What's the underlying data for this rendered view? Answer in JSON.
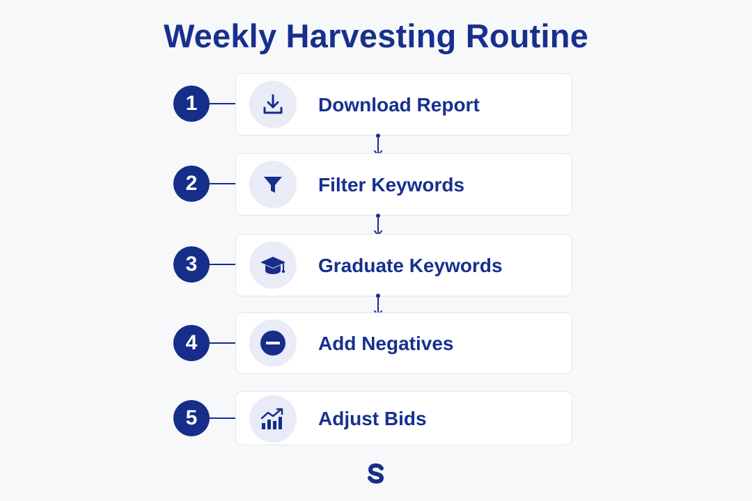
{
  "title": "Weekly Harvesting Routine",
  "steps": [
    {
      "number": "1",
      "label": "Download Report",
      "icon": "download-icon"
    },
    {
      "number": "2",
      "label": "Filter Keywords",
      "icon": "funnel-icon"
    },
    {
      "number": "3",
      "label": "Graduate Keywords",
      "icon": "graduation-cap-icon"
    },
    {
      "number": "4",
      "label": "Add Negatives",
      "icon": "minus-circle-icon"
    },
    {
      "number": "5",
      "label": "Adjust Bids",
      "icon": "bar-chart-trend-icon"
    }
  ],
  "colors": {
    "primary": "#162d89",
    "icon_background": "#e9ecf7",
    "card_border": "#e3e6ec",
    "page_background": "#f7f8fa"
  },
  "footer": {
    "logo_icon": "s-logo-icon"
  }
}
